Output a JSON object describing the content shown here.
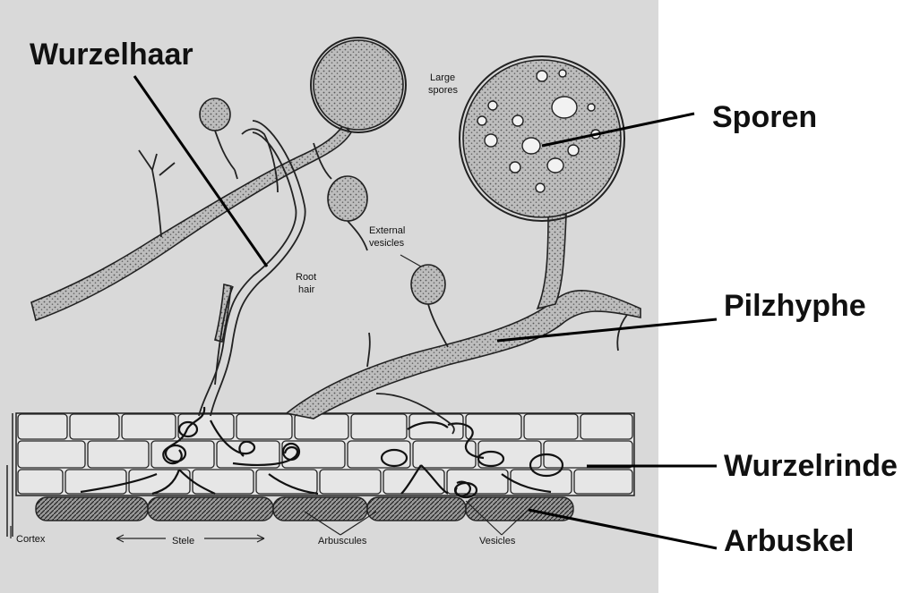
{
  "labels": {
    "wurzelhaar": "Wurzelhaar",
    "sporen": "Sporen",
    "pilzhyphe": "Pilzhyphe",
    "wurzelrinde": "Wurzelrinde",
    "arbuskel": "Arbuskel"
  },
  "figure_labels": {
    "large_spores_1": "Large",
    "large_spores_2": "spores",
    "external_vesicles_1": "External",
    "external_vesicles_2": "vesicles",
    "root_hair_1": "Root",
    "root_hair_2": "hair",
    "cortex": "Cortex",
    "stele": "Stele",
    "arbuscules": "Arbuscules",
    "vesicles": "Vesicles"
  },
  "colors": {
    "photo_background": "#d9d9d9",
    "page_background": "#ffffff",
    "ink": "#111111",
    "stipple_fill": "#b8b8b8"
  }
}
